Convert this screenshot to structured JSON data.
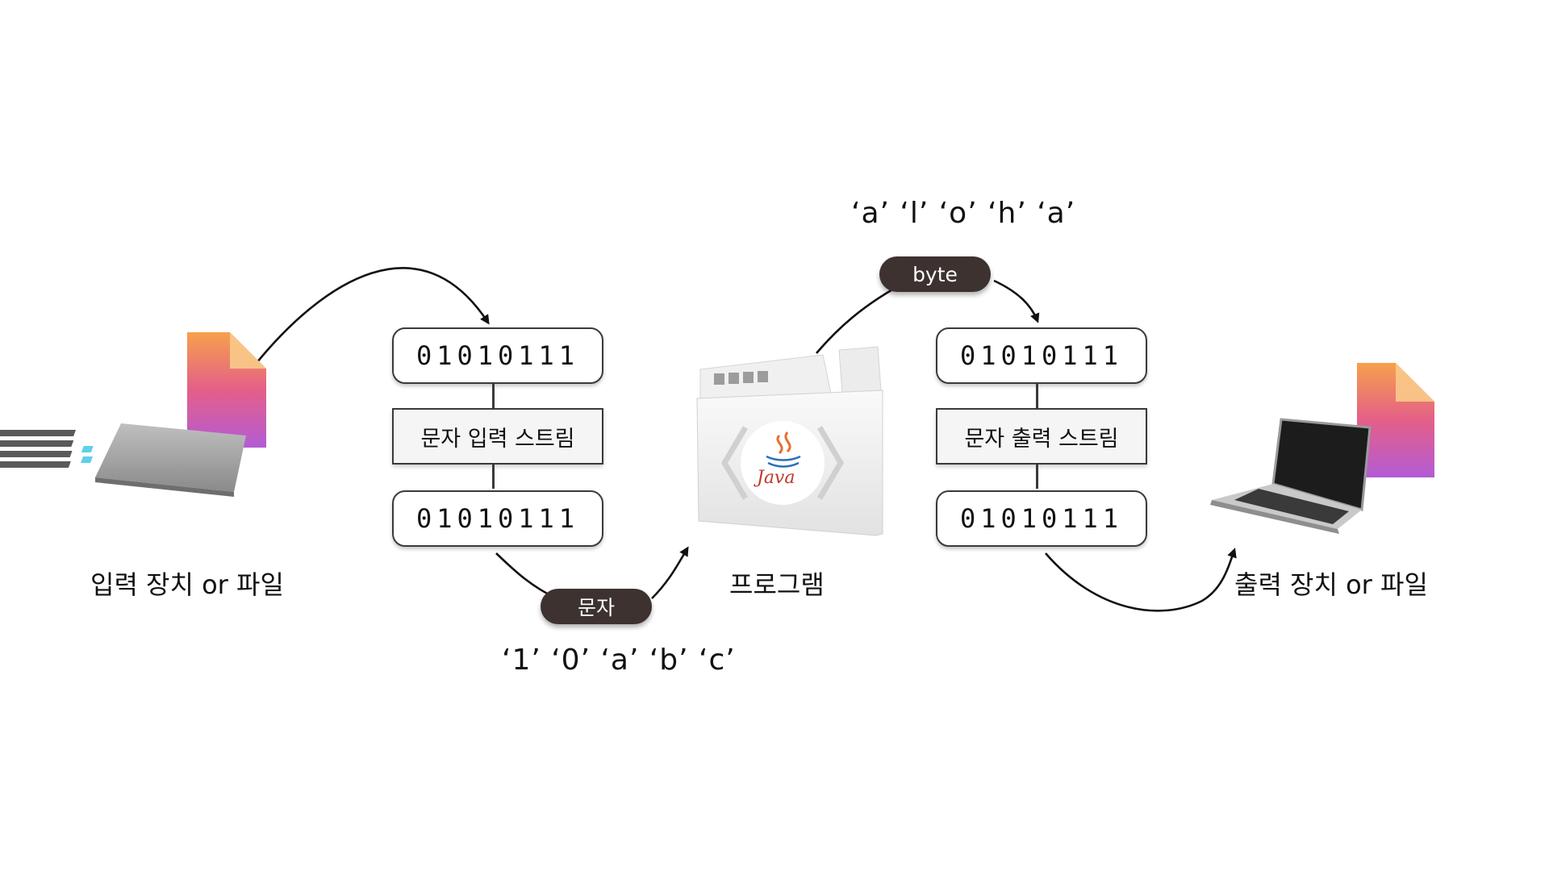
{
  "input_device": {
    "label": "입력 장치 or 파일",
    "icons": [
      "keyboard-icon",
      "file-icon"
    ]
  },
  "input_stream": {
    "top_bits": "01010111",
    "stream_label": "문자 입력 스트림",
    "bottom_bits": "01010111"
  },
  "input_flow": {
    "pill_label": "문자",
    "sequence": "‘1’ ‘0’ ‘a’ ‘b’ ‘c’"
  },
  "program": {
    "label": "프로그램",
    "logo_text": "Java",
    "icons": [
      "browser-window-icon",
      "java-logo-icon"
    ]
  },
  "output_flow": {
    "pill_label": "byte",
    "sequence": "‘a’ ‘l’ ‘o’ ‘h’ ‘a’"
  },
  "output_stream": {
    "top_bits": "01010111",
    "stream_label": "문자 출력 스트림",
    "bottom_bits": "01010111"
  },
  "output_device": {
    "label": "출력 장치 or 파일",
    "icons": [
      "laptop-icon",
      "file-icon"
    ]
  },
  "colors": {
    "pill": "#3d3230",
    "box_border": "#3a3a3a",
    "file_gradient": [
      "#f6a04c",
      "#e45f88",
      "#b35bd6"
    ],
    "keyboard_accent": "#5fd0e8"
  }
}
